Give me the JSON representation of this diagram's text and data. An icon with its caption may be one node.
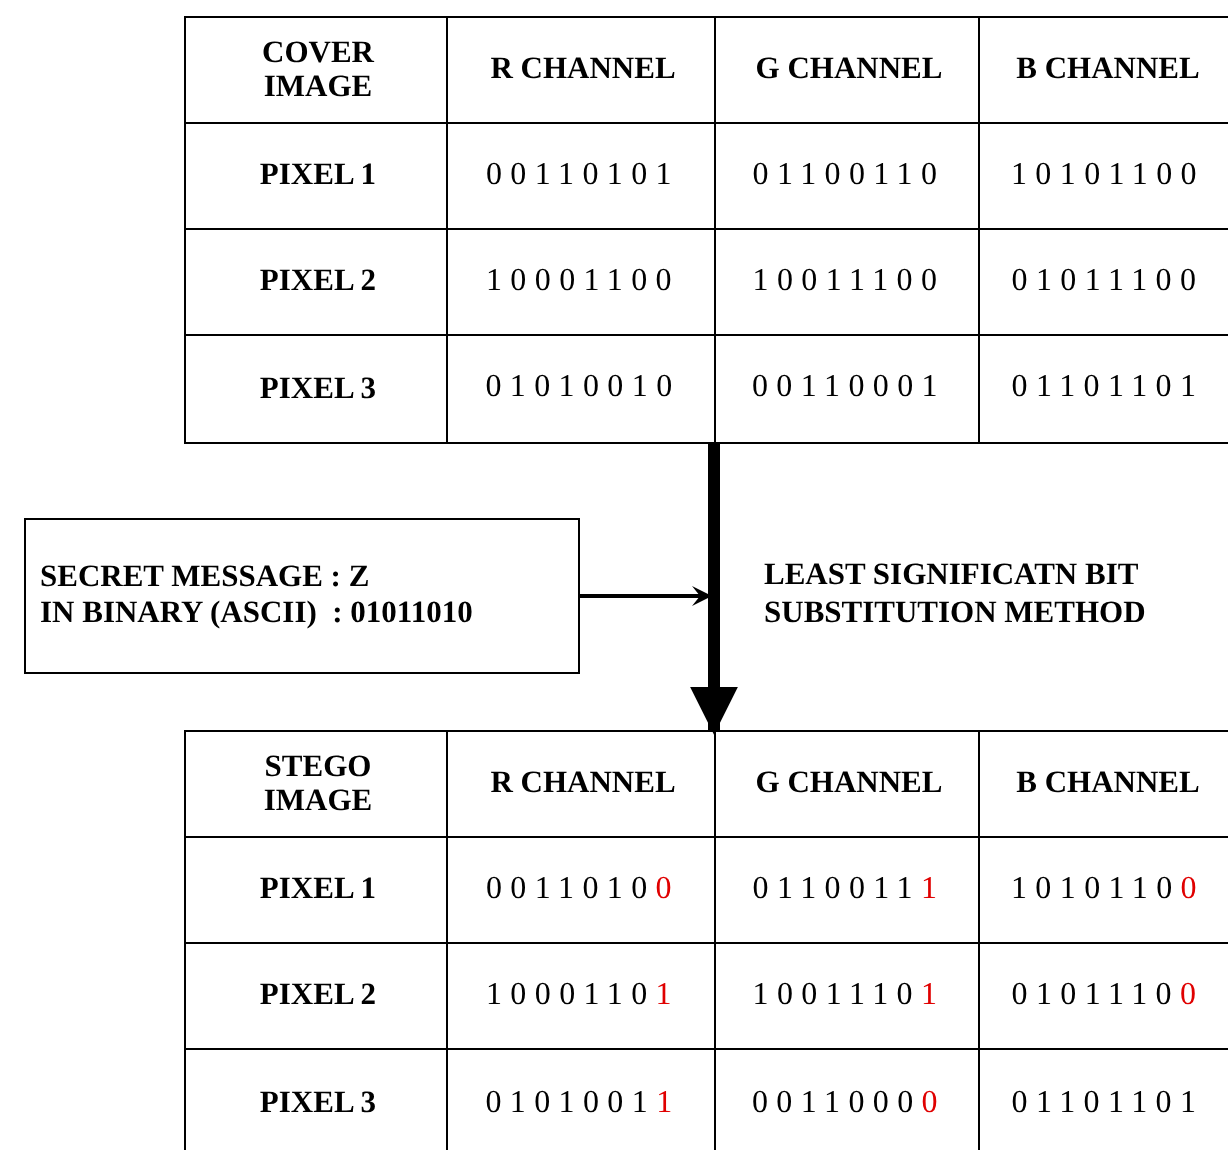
{
  "diagram": {
    "nodes": [
      {
        "text": [
          "COVER IMAGE",
          "R CHANNEL",
          "G CHANNEL",
          "B CHANNEL",
          "PIXEL 1",
          "00110101",
          "01100110",
          "10101100",
          "PIXEL 2",
          "10001100",
          "10011100",
          "01011100",
          "PIXEL 3",
          "01010010",
          "00110001",
          "01101101"
        ]
      },
      {
        "text": [
          "SECRET MESSAGE : Z",
          "IN BINARY (ASCII)  : 01011010"
        ]
      },
      {
        "text": [
          "STEGO IMAGE",
          "R CHANNEL",
          "G CHANNEL",
          "B CHANNEL",
          "PIXEL 1",
          "00110100",
          "01100111",
          "10101100",
          "PIXEL 2",
          "10001101",
          "10011101",
          "01011100",
          "PIXEL 3",
          "01010011",
          "00110000",
          "01101101"
        ]
      }
    ],
    "edges": [
      {
        "from": 0,
        "to": 2,
        "arrow": "to",
        "style": "thick",
        "label": "LEAST SIGNIFICATN BIT SUBSTITUTION METHOD"
      },
      {
        "from": 1,
        "to": null,
        "arrow": "to"
      }
    ]
  }
}
